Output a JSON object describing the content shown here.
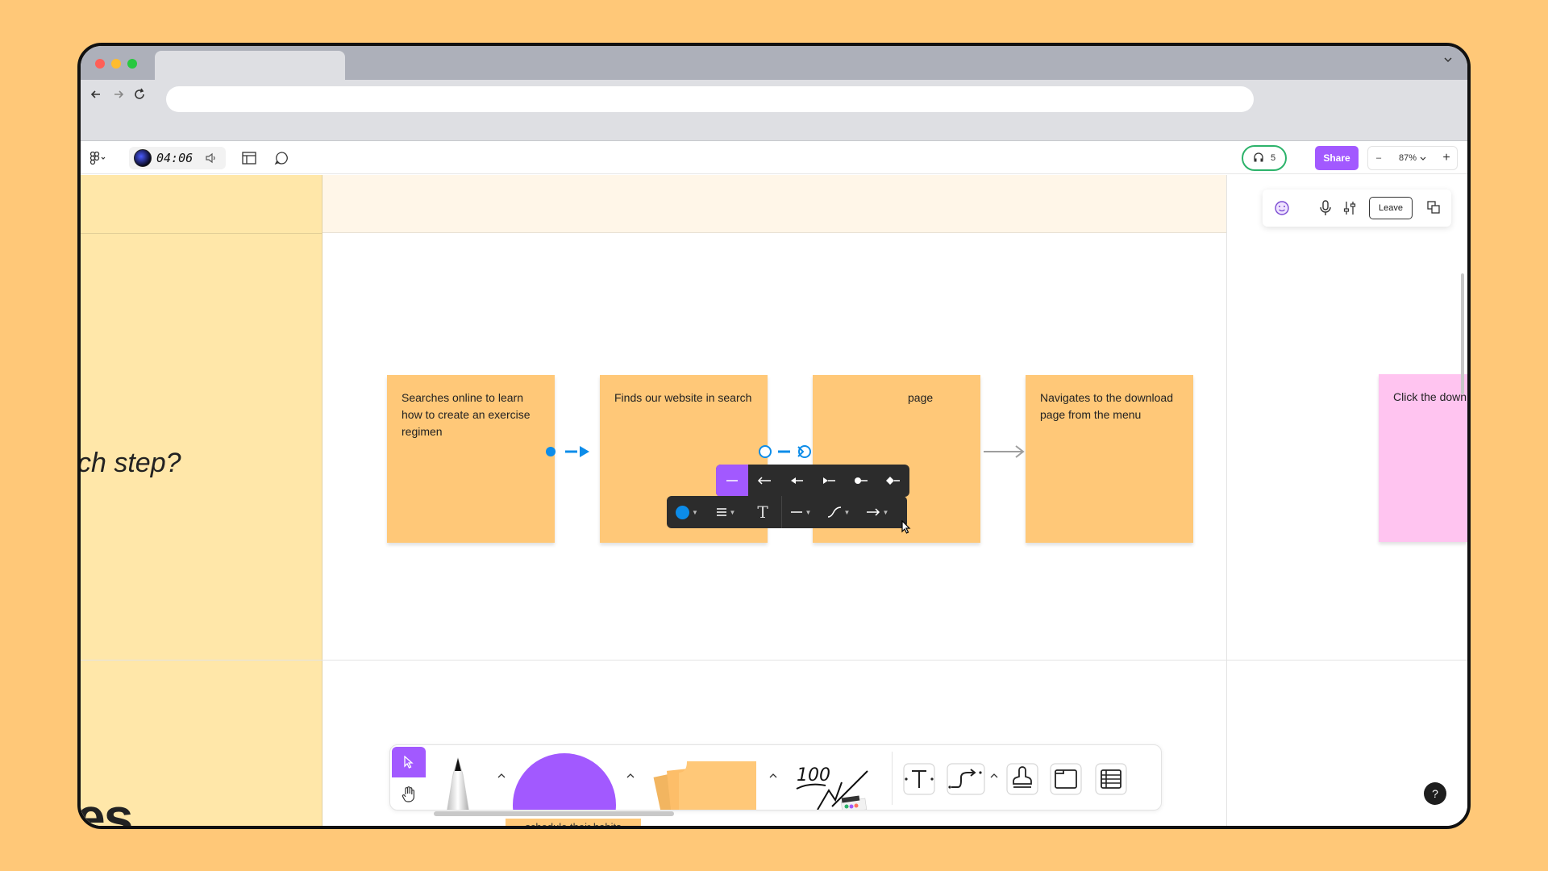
{
  "browser": {
    "tab_title": "",
    "url": "",
    "tab_menu_icon": "chevron-down-icon"
  },
  "appbar": {
    "timer": "04:06",
    "listeners_count": "5",
    "share_label": "Share",
    "zoom_level": "87%",
    "zoom_out": "–",
    "zoom_in": "+"
  },
  "board": {
    "row_label": "ch step?",
    "big_label": "es",
    "stickies": [
      {
        "text": "Searches online to learn how to create an exercise regimen",
        "color": "#FFC878"
      },
      {
        "text": "Finds our website in search",
        "color": "#FFC878"
      },
      {
        "text": "page",
        "color": "#FFC878"
      },
      {
        "text": "Navigates to the download page from the menu",
        "color": "#FFC878"
      },
      {
        "text": "Click the down",
        "color": "#FFC4F0"
      }
    ],
    "peek_sticky_text": "schedule their habits"
  },
  "collab_bar": {
    "leave_label": "Leave"
  },
  "connector_toolbar": {
    "stroke_color": "#0C8CE9",
    "text_tool": "T"
  },
  "bottom_toolbar": {
    "stamp_text": "100"
  },
  "help_label": "?",
  "colors": {
    "accent": "#A259FF",
    "sticky_orange": "#FFC878",
    "sticky_pink": "#FFC4F0",
    "background": "#FFC878",
    "connector_blue": "#0C8CE9"
  }
}
